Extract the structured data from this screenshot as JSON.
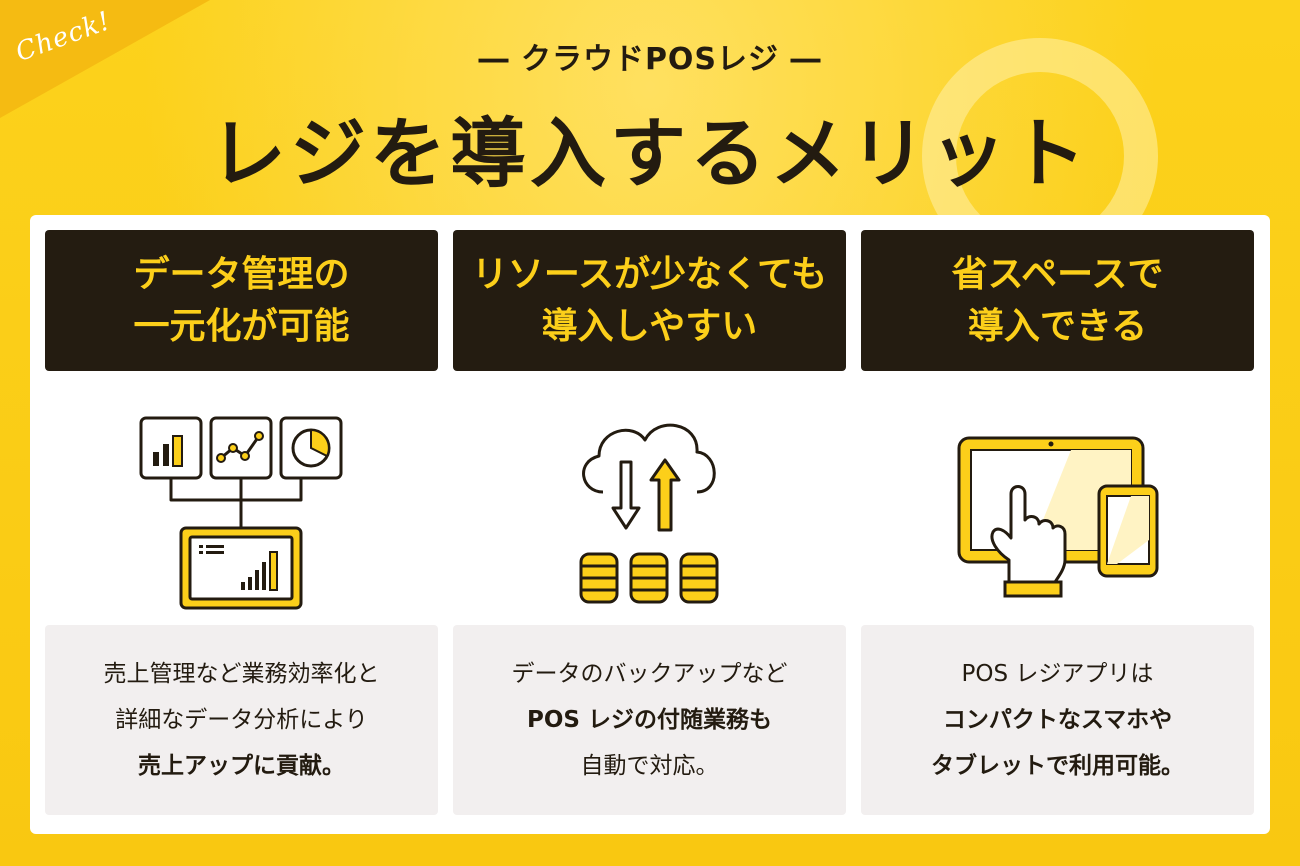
{
  "header": {
    "badge": "Check!",
    "subtitle": "― クラウドPOSレジ ―",
    "title": "レジを導入するメリット"
  },
  "cards": [
    {
      "heading": "データ管理の\n一元化が可能",
      "icon": "dashboard-data-icon",
      "lines": [
        {
          "text": "売上管理など業務効率化と",
          "bold": false
        },
        {
          "text": "詳細なデータ分析により",
          "bold": false
        },
        {
          "text": "売上アップに貢献。",
          "bold": true
        }
      ]
    },
    {
      "heading": "リソースが少なくても\n導入しやすい",
      "icon": "cloud-backup-icon",
      "lines": [
        {
          "text": "データのバックアップなど",
          "bold": false
        },
        {
          "text": "POS レジの付随業務も",
          "bold": true
        },
        {
          "text": "自動で対応。",
          "bold": false
        }
      ]
    },
    {
      "heading": "省スペースで\n導入できる",
      "icon": "tablet-touch-icon",
      "lines": [
        {
          "text": "POS レジアプリは",
          "bold": false
        },
        {
          "text": "コンパクトなスマホや",
          "bold": true
        },
        {
          "text": "タブレットで利用可能。",
          "bold": true
        }
      ]
    }
  ],
  "colors": {
    "background": "#fbcd16",
    "dark": "#241c11",
    "accent": "#fccf1a",
    "panel": "#ffffff",
    "description_bg": "#f2efef"
  }
}
